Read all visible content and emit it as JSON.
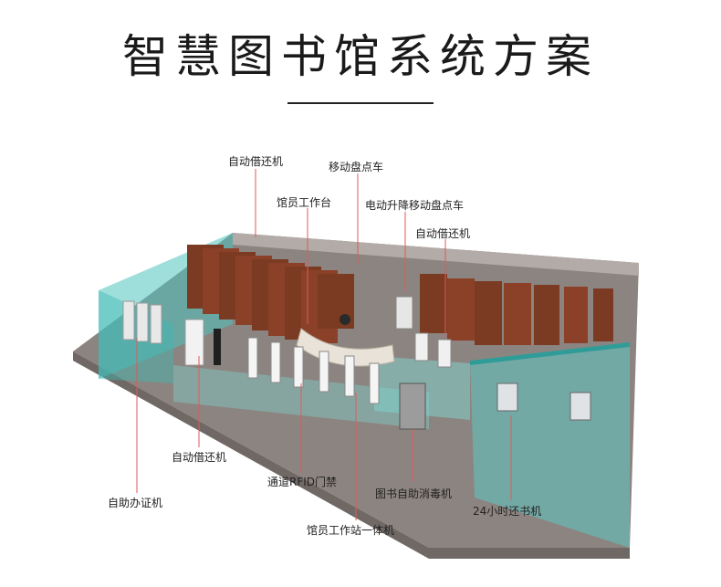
{
  "title": "智慧图书馆系统方案",
  "labels": {
    "top_self_service": "自动借还机",
    "inventory_cart": "移动盘点车",
    "librarian_desk": "馆员工作台",
    "lift_inventory_cart": "电动升降移动盘点车",
    "right_self_service": "自动借还机",
    "left_self_service": "自动借还机",
    "card_issuing_machine": "自助办证机",
    "rfid_gate": "通道RFID门禁",
    "librarian_all_in_one": "馆员工作站一体机",
    "book_disinfection": "图书自助消毒机",
    "return_machine_24h": "24小时还书机"
  },
  "colors": {
    "shelf": "#7b3a22",
    "shelf_light": "#9a5236",
    "glass": "#3fb7b3",
    "floor": "#8a817b",
    "pointer": "#e05a5a"
  }
}
